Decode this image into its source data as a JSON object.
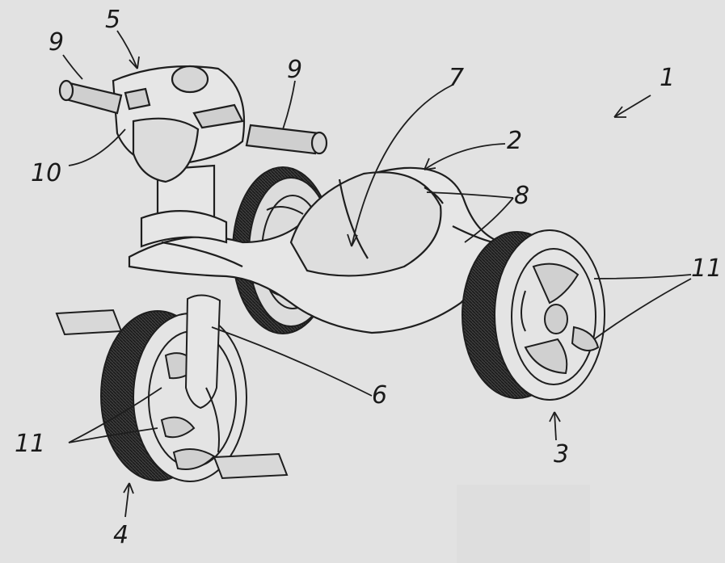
{
  "labels": {
    "l1": "1",
    "l2": "2",
    "l3": "3",
    "l4": "4",
    "l5": "5",
    "l6": "6",
    "l7": "7",
    "l8": "8",
    "l9a": "9",
    "l9b": "9",
    "l10": "10",
    "l11a": "11",
    "l11b": "11"
  },
  "colors": {
    "background": "#e2e2e2",
    "line": "#1e1e1e",
    "tire": "#2a2a2a"
  }
}
